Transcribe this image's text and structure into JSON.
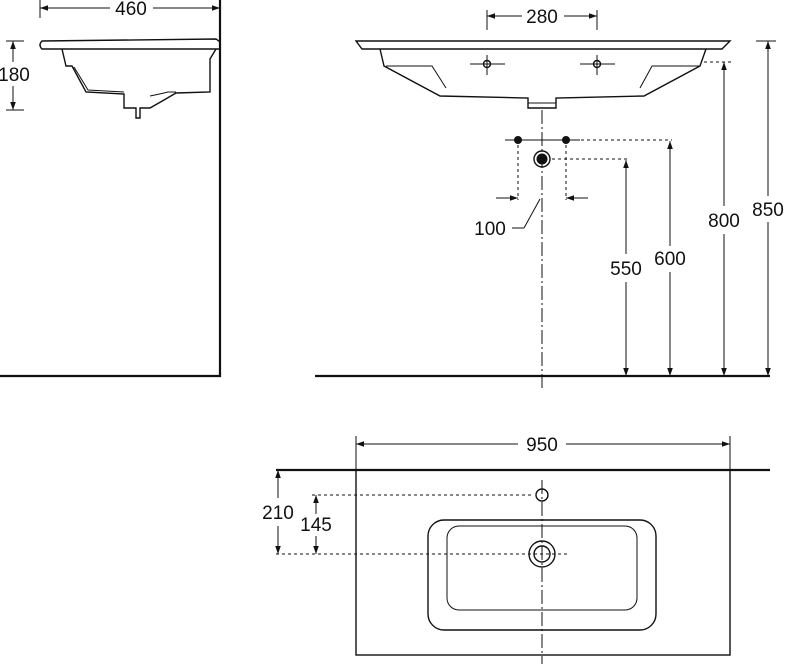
{
  "dimensions": {
    "side_width": "460",
    "side_height": "180",
    "tap_spacing": "280",
    "drain_spacing": "100",
    "drain_height": "550",
    "supply_height": "600",
    "basin_top_height": "800",
    "overall_height": "850",
    "top_width": "950",
    "tap_offset_total": "210",
    "tap_offset_drain": "145"
  }
}
